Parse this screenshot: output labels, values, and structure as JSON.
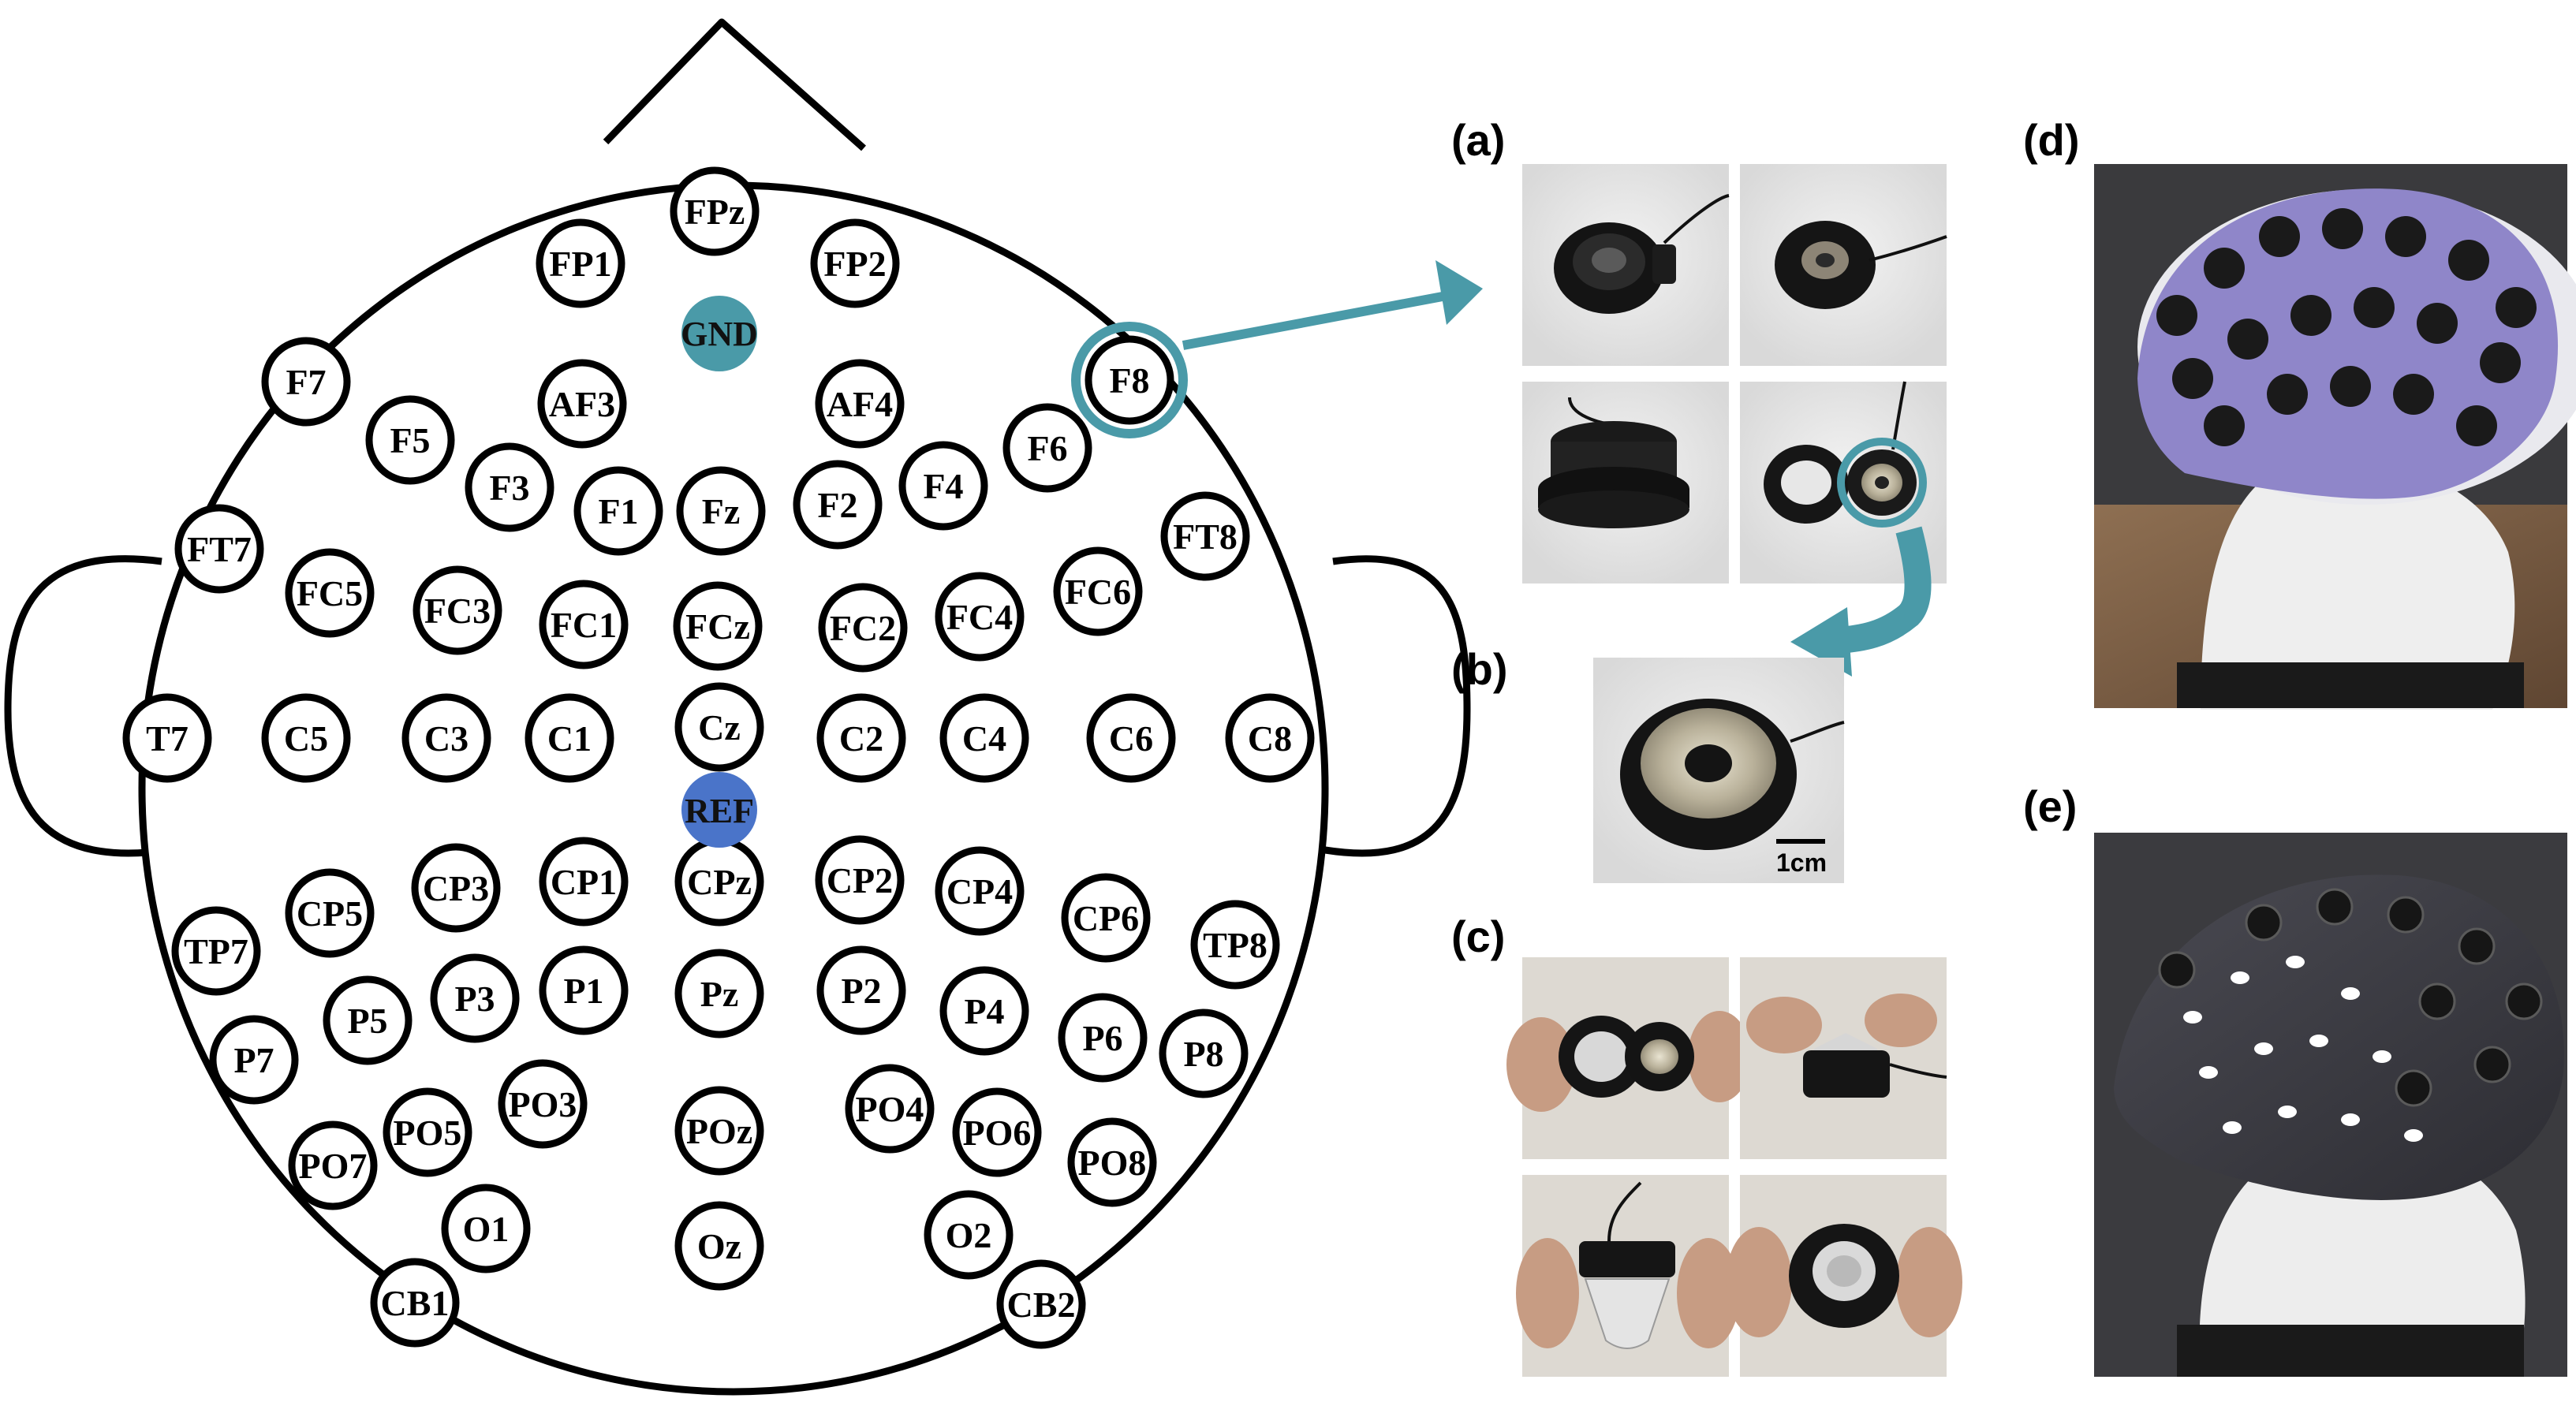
{
  "figure": {
    "electrodes": [
      {
        "label": "FPz",
        "x": 0
      },
      {
        "label": "FP1"
      },
      {
        "label": "FP2"
      },
      {
        "label": "F7"
      },
      {
        "label": "F8"
      },
      {
        "label": "F5"
      },
      {
        "label": "AF3"
      },
      {
        "label": "AF4"
      },
      {
        "label": "F6"
      },
      {
        "label": "F3"
      },
      {
        "label": "F1"
      },
      {
        "label": "Fz"
      },
      {
        "label": "F2"
      },
      {
        "label": "F4"
      },
      {
        "label": "FT7"
      },
      {
        "label": "FT8"
      },
      {
        "label": "FC5"
      },
      {
        "label": "FC3"
      },
      {
        "label": "FC1"
      },
      {
        "label": "FCz"
      },
      {
        "label": "FC2"
      },
      {
        "label": "FC4"
      },
      {
        "label": "FC6"
      },
      {
        "label": "T7"
      },
      {
        "label": "C5"
      },
      {
        "label": "C3"
      },
      {
        "label": "C1"
      },
      {
        "label": "Cz"
      },
      {
        "label": "C2"
      },
      {
        "label": "C4"
      },
      {
        "label": "C6"
      },
      {
        "label": "C8"
      },
      {
        "label": "CP5"
      },
      {
        "label": "CP3"
      },
      {
        "label": "CP1"
      },
      {
        "label": "CPz"
      },
      {
        "label": "CP2"
      },
      {
        "label": "CP4"
      },
      {
        "label": "CP6"
      },
      {
        "label": "TP7"
      },
      {
        "label": "TP8"
      },
      {
        "label": "P5"
      },
      {
        "label": "P3"
      },
      {
        "label": "P1"
      },
      {
        "label": "Pz"
      },
      {
        "label": "P2"
      },
      {
        "label": "P4"
      },
      {
        "label": "P6"
      },
      {
        "label": "P7"
      },
      {
        "label": "P8"
      },
      {
        "label": "PO3"
      },
      {
        "label": "PO5"
      },
      {
        "label": "POz"
      },
      {
        "label": "PO4"
      },
      {
        "label": "PO6"
      },
      {
        "label": "PO7"
      },
      {
        "label": "PO8"
      },
      {
        "label": "O1"
      },
      {
        "label": "Oz"
      },
      {
        "label": "O2"
      },
      {
        "label": "CB1"
      },
      {
        "label": "CB2"
      }
    ],
    "special": {
      "gnd": {
        "label": "GND",
        "color": "#4a9aa8"
      },
      "ref": {
        "label": "REF",
        "color": "#4a74c9"
      }
    },
    "accent_color": "#4a9aa8",
    "panels": {
      "a": "(a)",
      "b": "(b)",
      "c": "(c)",
      "d": "(d)",
      "e": "(e)"
    },
    "scale_bar": "1cm"
  }
}
